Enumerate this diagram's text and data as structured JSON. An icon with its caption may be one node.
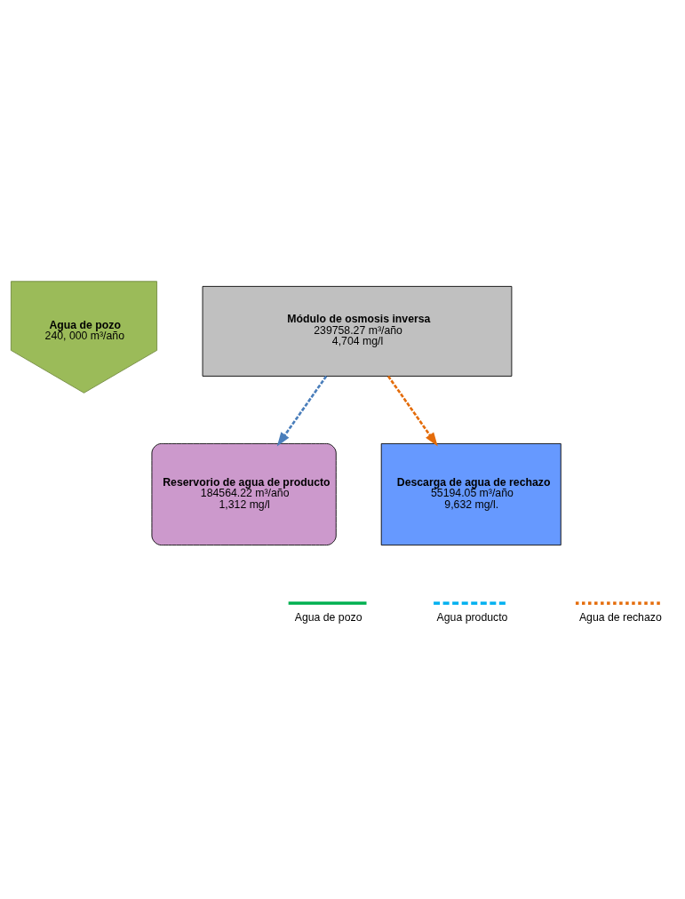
{
  "diagram": {
    "nodes": [
      {
        "text": [
          "Agua de pozo",
          "240, 000 m³/año"
        ]
      },
      {
        "text": [
          "Módulo de osmosis inversa",
          "239758.27 m³/año",
          "4,704 mg/l"
        ]
      },
      {
        "text": [
          "Reservorio de agua de producto",
          "184564.22 m³/año",
          "1,312 mg/l"
        ]
      },
      {
        "text": [
          "Descarga de agua de rechazo",
          "55194.05 m³/año",
          "9,632 mg/l."
        ]
      }
    ],
    "edges": [
      {
        "from": 1,
        "to": 2,
        "arrow": "to",
        "style": "dashed",
        "color": "#4a7ebb"
      },
      {
        "from": 1,
        "to": 3,
        "arrow": "to",
        "style": "dashed",
        "color": "#e46c0a"
      }
    ],
    "legend": [
      {
        "text": "Agua de pozo"
      },
      {
        "text": "Agua producto"
      },
      {
        "text": "Agua de rechazo"
      }
    ]
  }
}
